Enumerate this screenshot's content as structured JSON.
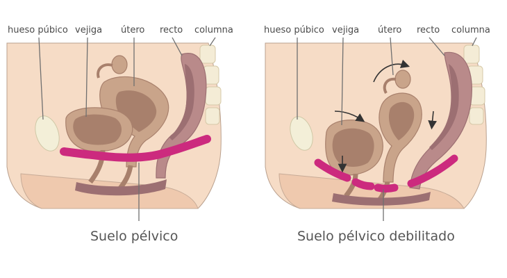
{
  "colors": {
    "skin": "#f6dcc6",
    "skin_shade": "#efc9ae",
    "organ": "#c9a48a",
    "organ_dark": "#a8806c",
    "rectum": "#b98a8a",
    "rectum_dark": "#9c6f72",
    "bone": "#f3efd8",
    "muscle": "#cc2a7e",
    "line": "#6f6f6f",
    "spine": "#f4ecd6"
  },
  "panels": [
    {
      "labels": {
        "pubic_bone": "hueso púbico",
        "bladder": "vejiga",
        "uterus": "útero",
        "rectum": "recto",
        "spine": "columna"
      },
      "caption": "Suelo pélvico"
    },
    {
      "labels": {
        "pubic_bone": "hueso púbico",
        "bladder": "vejiga",
        "uterus": "útero",
        "rectum": "recto",
        "spine": "columna"
      },
      "caption": "Suelo pélvico debilitado"
    }
  ]
}
